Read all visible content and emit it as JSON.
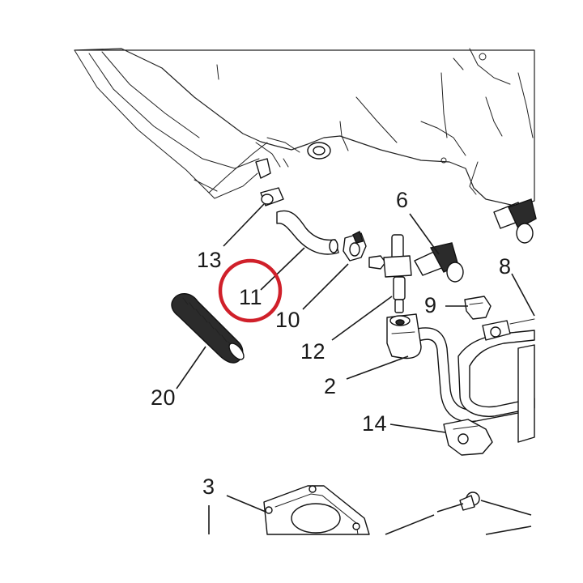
{
  "callouts": [
    {
      "id": "13",
      "label": "13"
    },
    {
      "id": "11",
      "label": "11"
    },
    {
      "id": "10",
      "label": "10"
    },
    {
      "id": "12",
      "label": "12"
    },
    {
      "id": "6",
      "label": "6"
    },
    {
      "id": "8",
      "label": "8"
    },
    {
      "id": "9",
      "label": "9"
    },
    {
      "id": "2",
      "label": "2"
    },
    {
      "id": "20",
      "label": "20"
    },
    {
      "id": "14",
      "label": "14"
    },
    {
      "id": "3",
      "label": "3"
    }
  ],
  "highlight": {
    "target": "11",
    "color": "#d0202a"
  }
}
